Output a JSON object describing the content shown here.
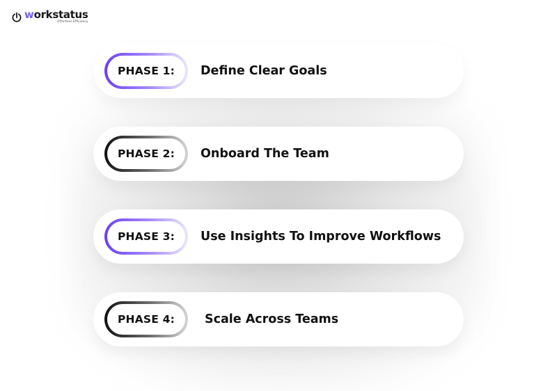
{
  "brand": {
    "accent_color": "#7b5cf0",
    "logo_icon": "power-clock-icon",
    "name_prefix": "w",
    "name_rest": "orkstatus",
    "tagline": "Effortless Efficiency"
  },
  "phases": [
    {
      "label": "PHASE 1:",
      "title": "Define Clear Goals",
      "pill_style": "purple"
    },
    {
      "label": "PHASE 2:",
      "title": "Onboard The Team",
      "pill_style": "black"
    },
    {
      "label": "PHASE 3:",
      "title": "Use Insights To Improve Workflows",
      "pill_style": "purple"
    },
    {
      "label": "PHASE 4:",
      "title": "Scale Across Teams",
      "pill_style": "black"
    }
  ]
}
